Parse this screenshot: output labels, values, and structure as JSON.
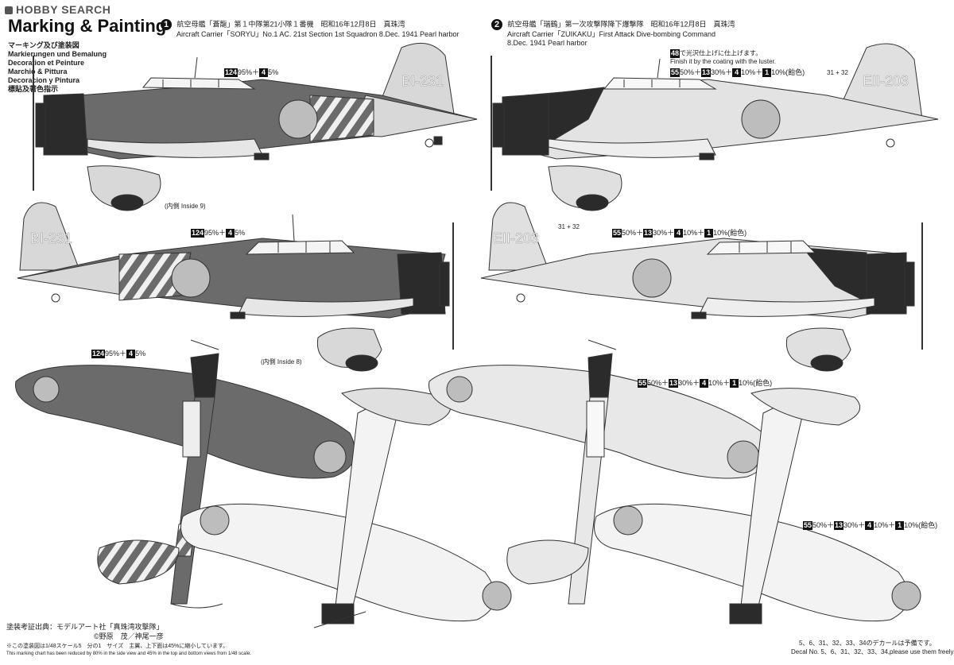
{
  "logo": "HOBBY SEARCH",
  "header": {
    "title": "Marking & Painting",
    "languages": [
      "マーキング及び塗装図",
      "Markierungen und Bemalung",
      "Decoration et Peinture",
      "Marchio & Pittura",
      "Decoracion y Pintura",
      "標貼及著色指示"
    ]
  },
  "marking1": {
    "number": "1",
    "jp": "航空母艦「蒼龍」第１中隊第21小隊１番機　昭和16年12月8日　真珠湾",
    "en": "Aircraft Carrier「SORYU」No.1 AC. 21st Section 1st Squadron 8.Dec. 1941 Pearl harbor",
    "tail_code": "BI-231",
    "mix": {
      "c1": "124",
      "p1": "95%",
      "c2": "4",
      "p2": "5%"
    }
  },
  "marking2": {
    "number": "2",
    "jp": "航空母艦「瑞鶴」第一次攻撃隊降下爆撃隊　昭和16年12月8日　真珠湾",
    "en1": "Aircraft Carrier「ZUIKAKU」First Attack Dive-bombing Command",
    "en2": "8.Dec. 1941 Pearl harbor",
    "tail_code": "EII-203",
    "coat_num": "48",
    "coat_jp": "で光沢仕上げに仕上げます。",
    "coat_en1": "Finish it by the coating with the luster.",
    "coat_en2": "",
    "mix": {
      "c1": "55",
      "p1": "50%",
      "c2": "13",
      "p2": "30%",
      "c3": "4",
      "p3": "10%",
      "c4": "1",
      "p4": "10%",
      "suffix": "(飴色)"
    }
  },
  "callouts": {
    "inside9": "(内側 Inside 9)",
    "inside8": "(内側 Inside 8)",
    "n31_32": "31 + 32"
  },
  "footer": {
    "source": "塗装考証出典：モデルアート社「真珠湾攻撃隊」",
    "authors": "©野原　茂／神尾一彦",
    "scale": "※この塗装図は1/48スケール5　分の1　サイズ　主翼、上下面は45%に縮小しています。",
    "scale_en": "This marking chart has been reduced by 80% in the side view and 45% in the top and bottom views from 1/48 scale.",
    "decal_jp": "5、6、31、32、33、34のデカールは予備です。",
    "decal_en": "Decal No. 5、6、31、32、33、34,please use them freely."
  },
  "colors": {
    "dark": "#6b6b6b",
    "cowl": "#2b2b2b",
    "light": "#d8d8d8",
    "hinomaru": "#bdbdbd",
    "line": "#333333"
  }
}
